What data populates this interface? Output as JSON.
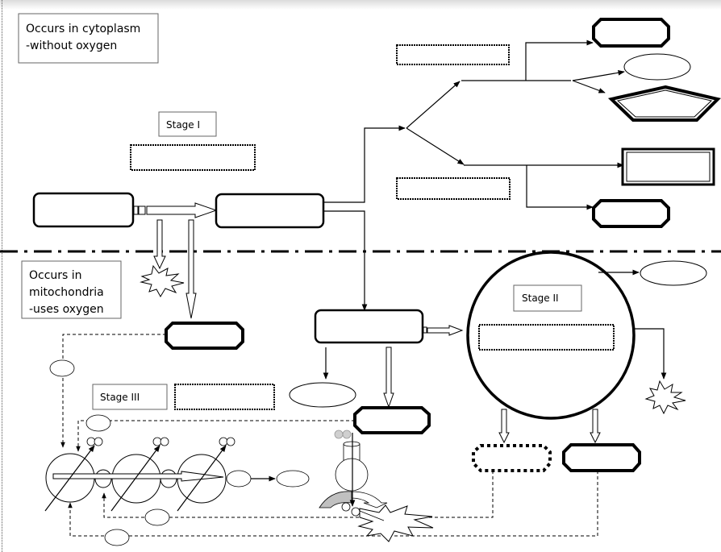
{
  "diagram": {
    "type": "cellular-respiration-concept-map-worksheet",
    "regions": {
      "cytoplasm": {
        "lines": [
          "Occurs in cytoplasm",
          "-without oxygen"
        ]
      },
      "mitochondria": {
        "lines": [
          "Occurs in",
          "mitochondria",
          "-uses oxygen"
        ]
      }
    },
    "stages": {
      "stage1": "Stage I",
      "stage2": "Stage II",
      "stage3": "Stage III"
    },
    "blank_fields": {
      "stage1_name": "",
      "stage2_name": "",
      "stage3_name": "",
      "upper_branch_label": "",
      "lower_branch_label": "",
      "start_molecule": "",
      "glycolysis_product": "",
      "transition_product": "",
      "upper_result_1": "",
      "upper_result_2": "",
      "upper_result_3": "",
      "lower_result_1": "",
      "lower_result_2": ""
    },
    "colors": {
      "line": "#000000",
      "atp_synthase_fill": "#c0c0c0",
      "background": "#ffffff"
    }
  }
}
